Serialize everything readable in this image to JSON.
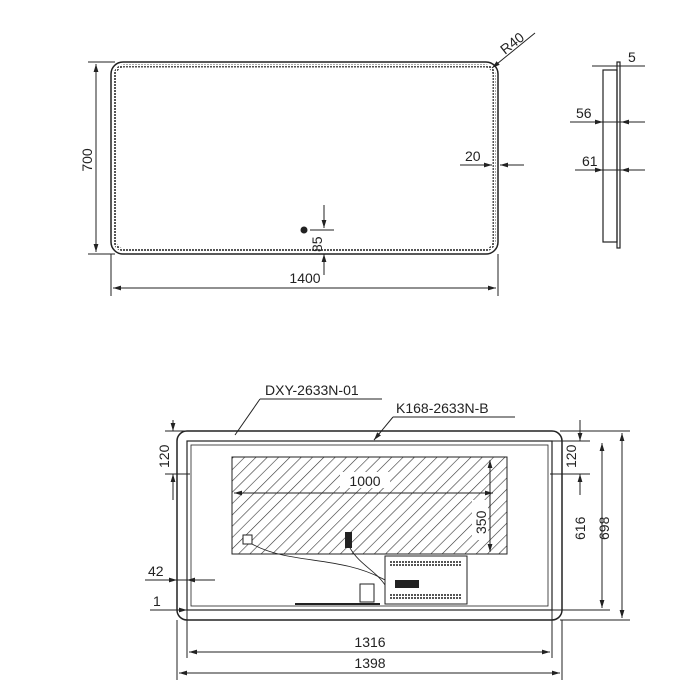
{
  "drawing": {
    "colors": {
      "line": "#222222",
      "background": "#ffffff"
    },
    "front_view": {
      "width": "1400",
      "height": "700",
      "corner_radius": "R40",
      "frame_width": "20",
      "sensor_offset": "85"
    },
    "side_view": {
      "glass": "5",
      "depth_top": "56",
      "depth_total": "61"
    },
    "back_view": {
      "labels": [
        "DXY-2633N-01",
        "K168-2633N-B"
      ],
      "outer_width": "1398",
      "inner_width": "1316",
      "outer_height": "698",
      "inner_height": "616",
      "top_margin_left": "120",
      "top_margin_right": "120",
      "demister_width": "1000",
      "demister_height": "350",
      "left_offset": "42",
      "bottom_offset": "1"
    }
  }
}
